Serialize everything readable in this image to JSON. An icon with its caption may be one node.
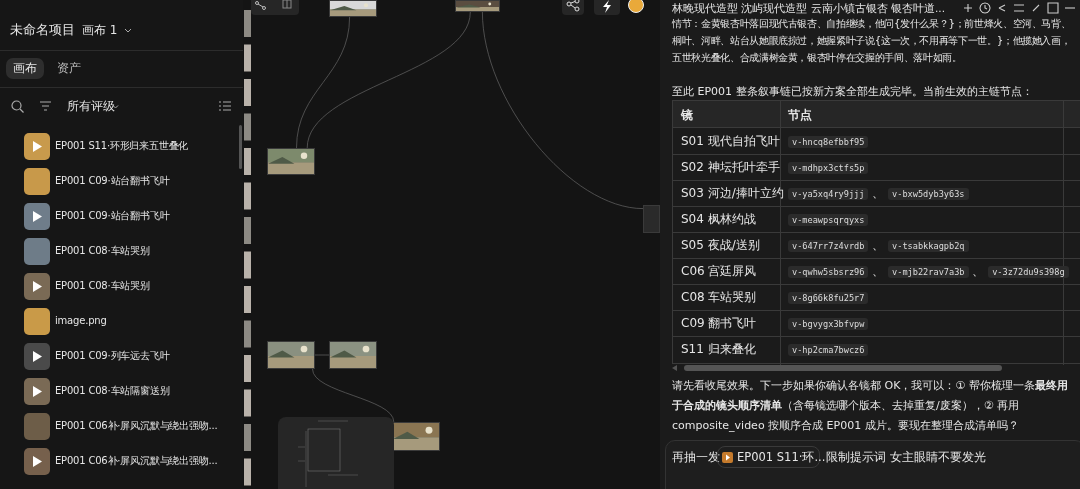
{
  "diagram": {
    "nodes": [
      {
        "text": [],
        "shape": "picture"
      },
      {
        "text": [],
        "shape": "picture"
      },
      {
        "text": [],
        "shape": "picture"
      },
      {
        "text": [],
        "shape": "picture"
      },
      {
        "text": [],
        "shape": "picture"
      },
      {
        "text": [],
        "shape": "box"
      },
      {
        "text": [],
        "shape": "picture"
      }
    ],
    "edges": [
      {
        "from": 1,
        "to": 0,
        "arrow": "none"
      },
      {
        "from": 1,
        "to": 6,
        "arrow": "none"
      },
      {
        "from": 6,
        "to": 5,
        "arrow": "none"
      },
      {
        "from": 2,
        "to": 3,
        "arrow": "none"
      },
      {
        "from": 2,
        "to": 4,
        "arrow": "none"
      }
    ],
    "labels": [
      "未命名项目",
      "画布 1",
      "画布",
      "资产",
      "所有评级",
      "EP001 S11·环形归来五世叠化",
      "EP001 C09·站台翻书飞叶",
      "EP001 C09·站台翻书飞叶",
      "EP001 C08·车站哭别",
      "EP001 C08·车站哭别",
      "image.png",
      "EP001 C09·列车远去飞叶",
      "EP001 C08·车站隔窗送别",
      "EP001 C06补·屏风沉默与绕出强吻...",
      "EP001 C06补·屏风沉默与绕出强吻...",
      "林晚现代造型 沈屿现代造型 云南小镇古银杏 银杏叶道...",
      "情节：金黄银杏叶落回现代古银杏、自拍继续，他问{发什么呆？}；前世烽火、空河、马背、桐叶、河畔、站台从她眼底掠过，她握紧叶子说{这一次，不用再等下一世。}；他揽她入画，五世秋光叠化、合成满树金黄，银杏叶停在交握的手间、落叶如雨。",
      "至此 EP001 整条叙事链已按新方案全部生成完毕。当前生效的主链节点：",
      "镜",
      "节点",
      "S01 现代自拍飞叶",
      "v-hncq8efbbf95",
      "S02 神坛托叶牵手",
      "v-mdhpx3ctfs5p",
      "S03 河边/捧叶立约",
      "v-ya5xq4ry9jjj 、 v-bxw5dyb3y63s",
      "S04 枫林约战",
      "v-meawpsqrqyxs",
      "S05 夜战/送别",
      "v-647rr7z4vrdb 、 v-tsabkkagpb2q",
      "C06 宫廷屏风",
      "v-qwhw5sbsrz96 、 v-mjb22rav7a3b 、 v-3z72du9s398g",
      "C08 车站哭别",
      "v-8g66k8fu25r7",
      "C09 翻书飞叶",
      "v-bgvygx3bfvpw",
      "S11 归来叠化",
      "v-hp2cma7bwcz6",
      "请先看收尾效果。下一步如果你确认各镜都 OK，我可以：① 帮你梳理一条**最终用于合成的镜头顺序清单**（含每镜选哪个版本、去掉重复/废案），② 再用 composite_video 按顺序合成 EP001 成片。要现在整理合成清单吗？",
      "再抽一发",
      "EP001 S11·环...",
      "限制提示词 女主眼睛不要发光"
    ]
  }
}
